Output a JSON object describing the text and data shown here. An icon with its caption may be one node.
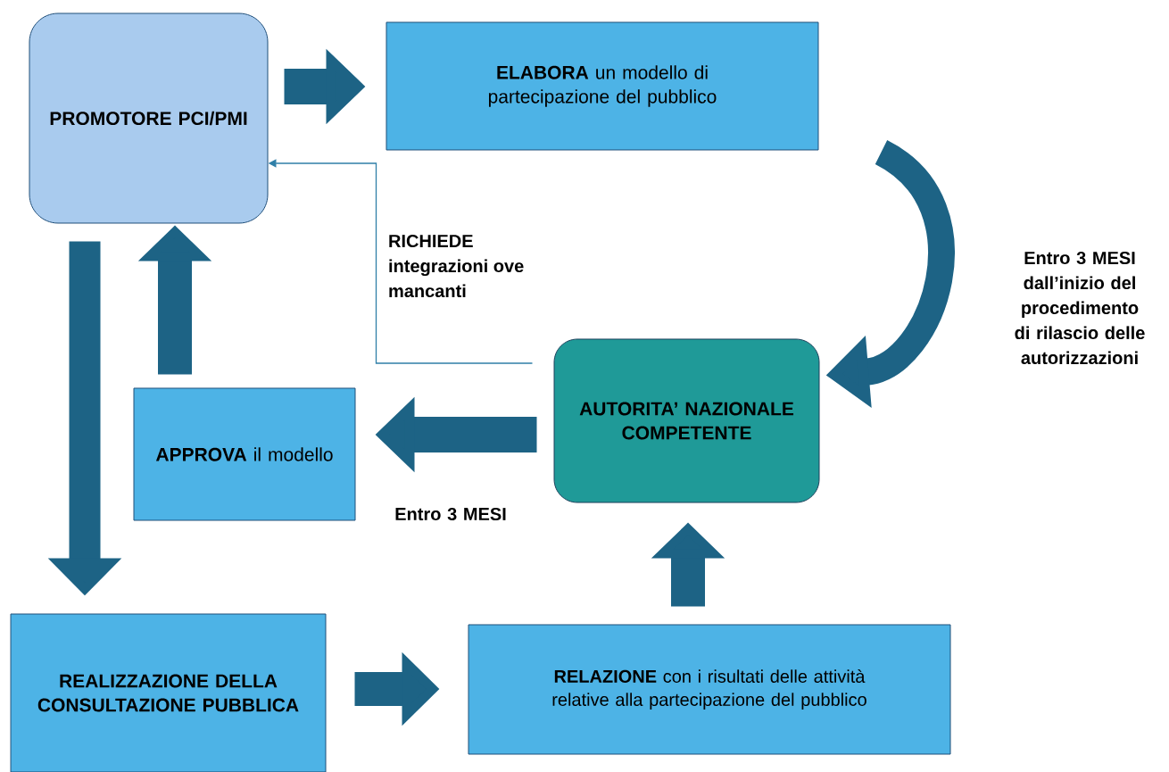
{
  "diagram": {
    "nodes": [
      {
        "text": [
          "PROMOTORE PCI/PMI"
        ]
      },
      {
        "text": [
          "**ELABORA** un modello di partecipazione del pubblico"
        ]
      },
      {
        "text": [
          "AUTORITA’ NAZIONALE COMPETENTE"
        ]
      },
      {
        "text": [
          "**APPROVA** il modello"
        ]
      },
      {
        "text": [
          "REALIZZAZIONE DELLA CONSULTAZIONE PUBBLICA"
        ]
      },
      {
        "text": [
          "**RELAZIONE** con i risultati delle attività relative alla partecipazione del pubblico"
        ]
      }
    ],
    "edges": [
      {
        "from": 0,
        "to": 1,
        "arrow": "to"
      },
      {
        "from": 1,
        "to": 2,
        "arrow": "to",
        "label": "Entro 3 MESI dall’inizio del procedimento di rilascio delle autorizzazioni"
      },
      {
        "from": 2,
        "to": 0,
        "arrow": "to",
        "color": "#2f7fa8",
        "label": "RICHIEDE integrazioni ove mancanti"
      },
      {
        "from": 2,
        "to": 3,
        "arrow": "to",
        "label": "Entro 3 MESI"
      },
      {
        "from": 3,
        "to": 0,
        "arrow": "to"
      },
      {
        "from": 0,
        "to": 4,
        "arrow": "to"
      },
      {
        "from": 4,
        "to": 5,
        "arrow": "to"
      },
      {
        "from": 5,
        "to": 2,
        "arrow": "to"
      }
    ]
  }
}
